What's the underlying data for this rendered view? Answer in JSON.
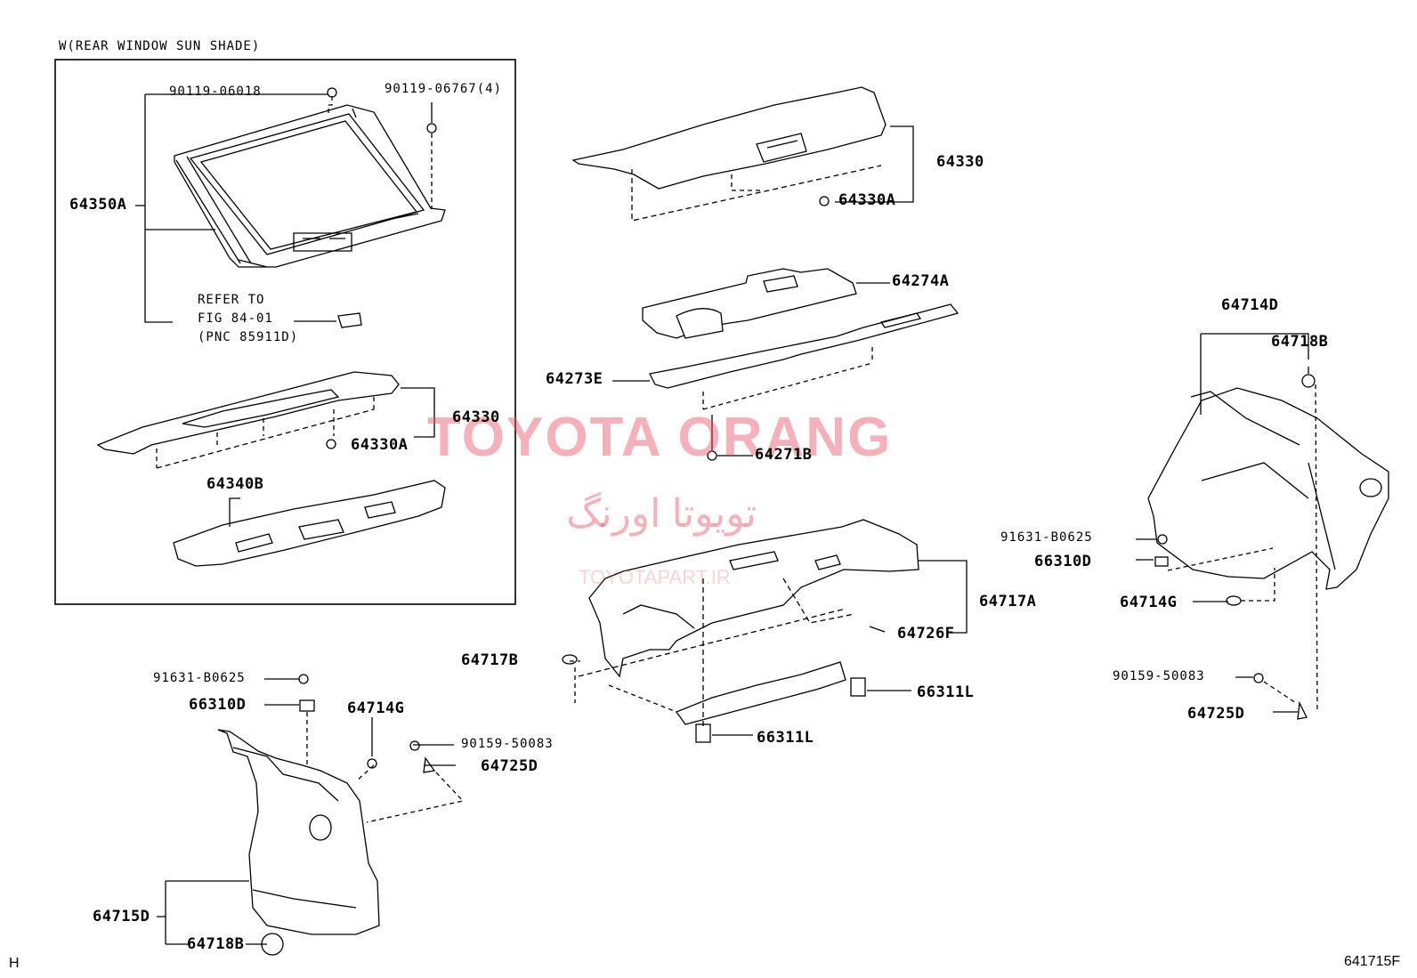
{
  "header": {
    "title": "W(REAR WINDOW SUN SHADE)"
  },
  "footer": {
    "left": "H",
    "right": "641715F"
  },
  "watermark": {
    "main": "TOYOTA ORANG",
    "persian": "تویوتا اورنگ",
    "site": "TOYOTAPART.IR",
    "color": "#eb5064"
  },
  "note": {
    "line1": "REFER TO",
    "line2": "FIG 84-01",
    "line3": "(PNC 85911D)"
  },
  "parts": {
    "p1": "90119-06018",
    "p2": "90119-06767(4)",
    "p3": "64350A",
    "p4": "64330",
    "p5": "64330A",
    "p6": "64340B",
    "p7": "64330",
    "p8": "64330A",
    "p9": "64274A",
    "p10": "64273E",
    "p11": "64271B",
    "p12": "64717A",
    "p13": "64726F",
    "p14": "64717B",
    "p15": "66311L",
    "p16": "66311L",
    "p17": "91631-B0625",
    "p18": "66310D",
    "p19": "64714G",
    "p20": "90159-50083",
    "p21": "64725D",
    "p22": "64715D",
    "p23": "64718B",
    "p24": "64714D",
    "p25": "64718B",
    "p26": "91631-B0625",
    "p27": "66310D",
    "p28": "64714G",
    "p29": "90159-50083",
    "p30": "64725D"
  }
}
